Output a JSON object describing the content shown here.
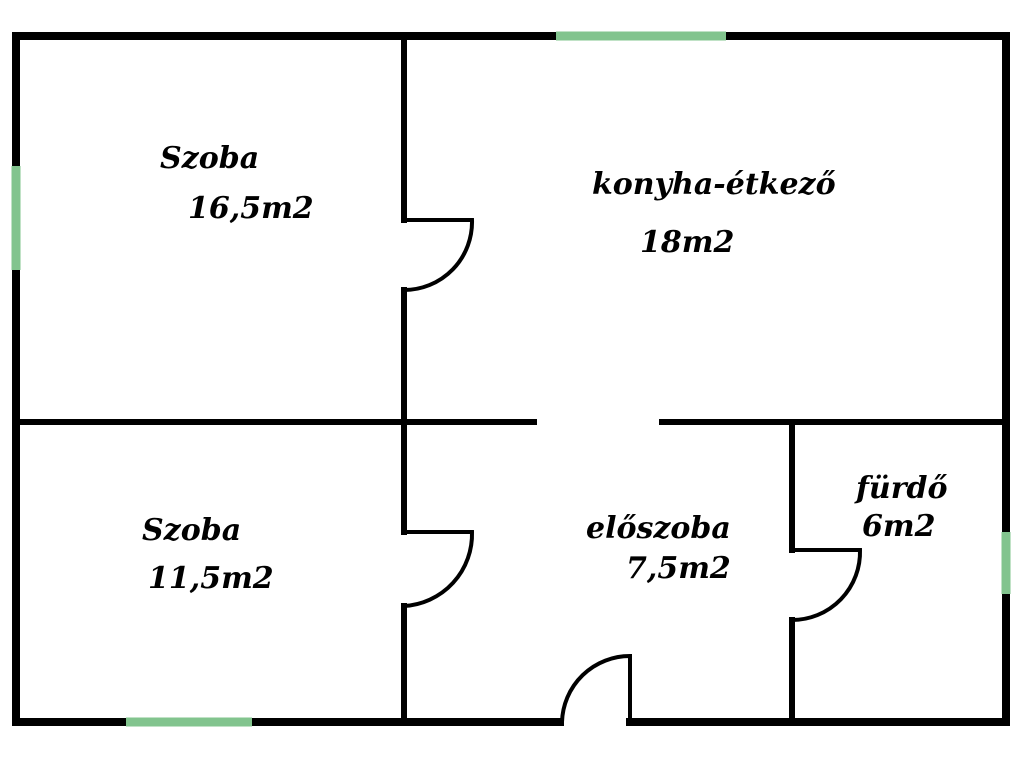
{
  "rooms": {
    "room_top_left": {
      "name": "Szoba",
      "area": "16,5m2"
    },
    "kitchen": {
      "name": "konyha-étkező",
      "area": "18m2"
    },
    "room_bottom_left": {
      "name": "Szoba",
      "area": "11,5m2"
    },
    "hall": {
      "name": "előszoba",
      "area": "7,5m2"
    },
    "bathroom": {
      "name": "fürdő",
      "area": "6m2"
    }
  },
  "colors": {
    "wall": "#000000",
    "window": "#82c48e",
    "background": "#ffffff"
  }
}
